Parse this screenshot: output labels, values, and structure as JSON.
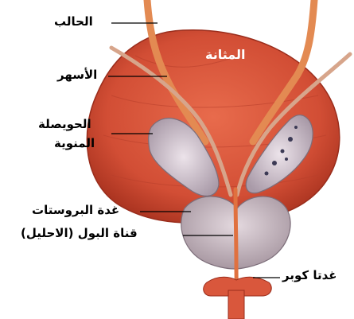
{
  "labels": {
    "ureter": "الحالب",
    "bladder": "المثانة",
    "vas_deferens": "الأسهر",
    "seminal_vesicle_line1": "الحويصلة",
    "seminal_vesicle_line2": "المنوية",
    "prostate": "غدة البروستات",
    "urethra": "قناة البول (الاحليل)",
    "cowper_glands": "غدتا كوبر"
  },
  "colors": {
    "bladder": "#d9573c",
    "bladder_dark": "#b7382a",
    "ureter": "#e0894f",
    "vesicle": "#c9b6c3",
    "prostate": "#cbbcc3",
    "leader_line": "#000000",
    "background": "#ffffff"
  }
}
